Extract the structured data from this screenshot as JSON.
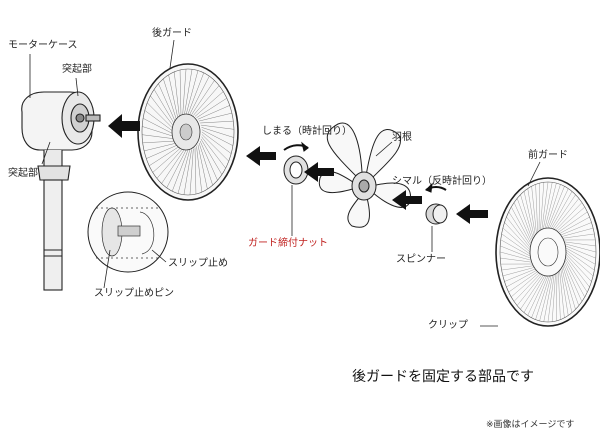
{
  "labels": {
    "motor_case": "モーターケース",
    "protrusion_top": "突起部",
    "protrusion_left": "突起部",
    "rear_guard": "後ガード",
    "tighten": "しまる（時計回り）",
    "blade": "羽根",
    "front_guard": "前ガード",
    "shimaru_ccw": "シマル（反時計回り）",
    "guard_nut": "ガード締付ナット",
    "spinner": "スピンナー",
    "slip_stop": "スリップ止め",
    "slip_stop_pin": "スリップ止めピン",
    "clip": "クリップ"
  },
  "caption": "後ガードを固定する部品です",
  "note": "※画像はイメージです",
  "colors": {
    "accent_red": "#c0211f",
    "line": "#222222"
  }
}
